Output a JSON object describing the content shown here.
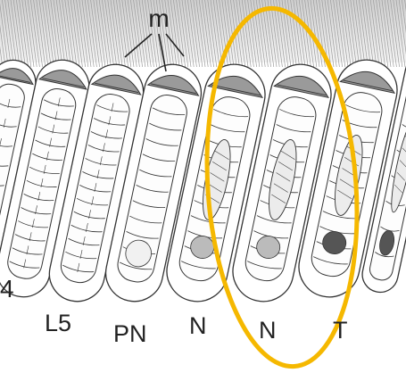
{
  "diagram": {
    "pointer_label": "m",
    "stage_labels": [
      "4",
      "L5",
      "PN",
      "N",
      "N",
      "T"
    ],
    "highlight_color": "#F5B800",
    "cap_color": "#9a9a9a",
    "line_color": "#333333"
  }
}
